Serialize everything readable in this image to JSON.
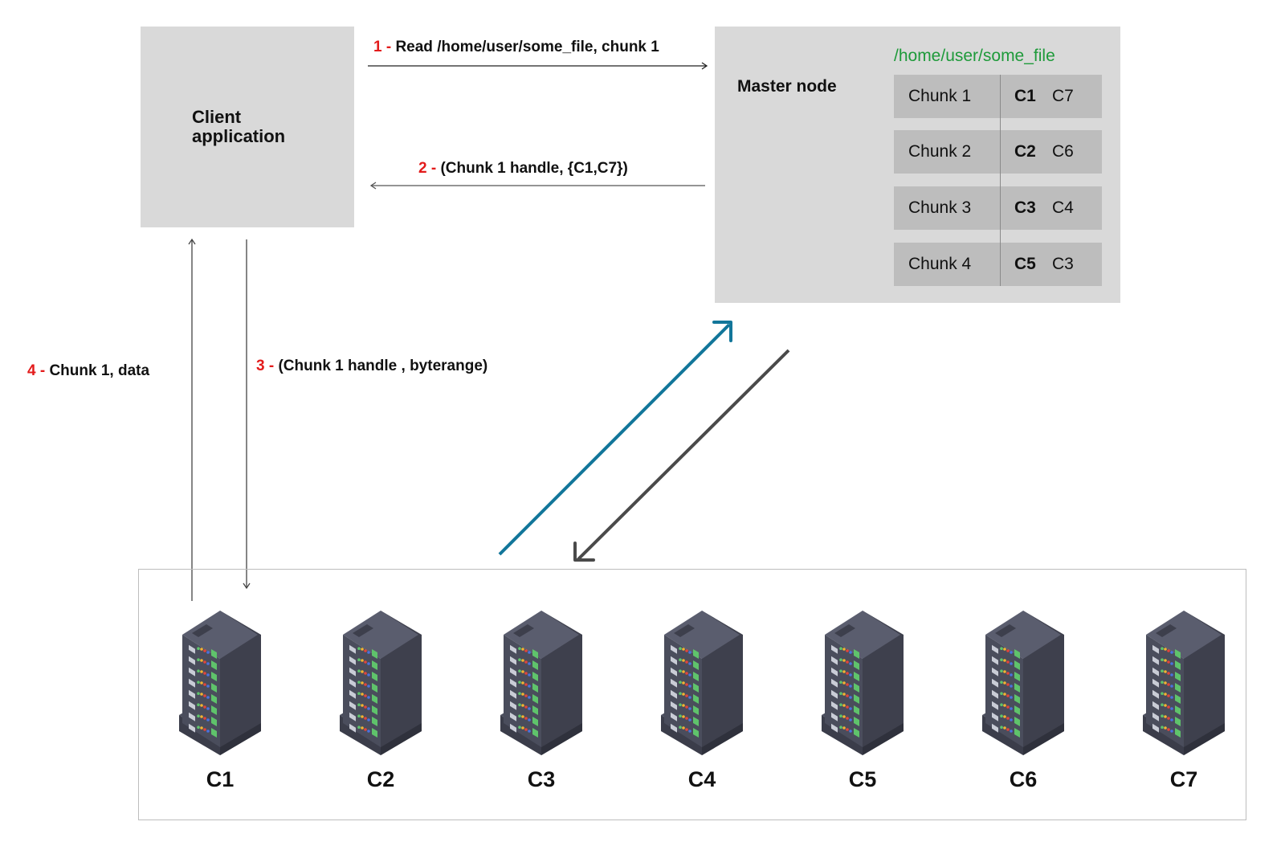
{
  "client": {
    "label": "Client\napplication"
  },
  "master": {
    "label": "Master node",
    "file_path": "/home/user/some_file",
    "chunks": [
      {
        "name": "Chunk 1",
        "primary": "C1",
        "replica": "C7"
      },
      {
        "name": "Chunk 2",
        "primary": "C2",
        "replica": "C6"
      },
      {
        "name": "Chunk 3",
        "primary": "C3",
        "replica": "C4"
      },
      {
        "name": "Chunk 4",
        "primary": "C5",
        "replica": "C3"
      }
    ]
  },
  "messages": [
    {
      "num": "1 - ",
      "text": "Read /home/user/some_file, chunk 1"
    },
    {
      "num": "2 - ",
      "text": "(Chunk 1 handle, {C1,C7})"
    },
    {
      "num": "3 - ",
      "text": "(Chunk 1 handle , byterange)"
    },
    {
      "num": "4 - ",
      "text": "Chunk 1, data"
    }
  ],
  "servers": [
    {
      "label": "C1"
    },
    {
      "label": "C2"
    },
    {
      "label": "C3"
    },
    {
      "label": "C4"
    },
    {
      "label": "C5"
    },
    {
      "label": "C6"
    },
    {
      "label": "C7"
    }
  ],
  "colors": {
    "box_gray": "#d9d9d9",
    "chunk_gray": "#bdbdbd",
    "path_green": "#1e9a3a",
    "step_red": "#e31b1b",
    "arrow_blue": "#12769a",
    "arrow_dark": "#4a4a4a"
  }
}
